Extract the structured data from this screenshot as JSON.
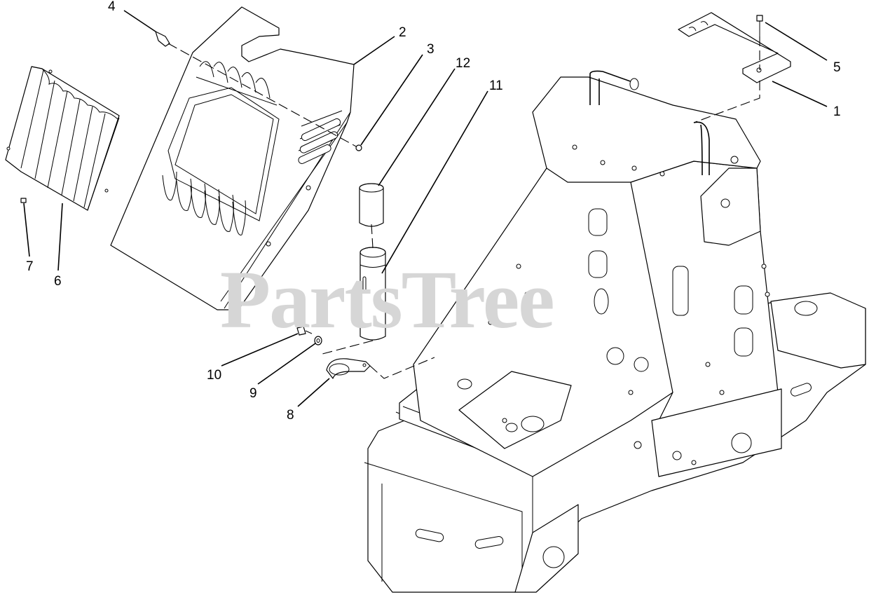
{
  "watermark": "PartsTree",
  "callouts": {
    "c1": "1",
    "c2": "2",
    "c3": "3",
    "c4": "4",
    "c5": "5",
    "c6": "6",
    "c7": "7",
    "c8": "8",
    "c9": "9",
    "c10": "10",
    "c11": "11",
    "c12": "12"
  }
}
